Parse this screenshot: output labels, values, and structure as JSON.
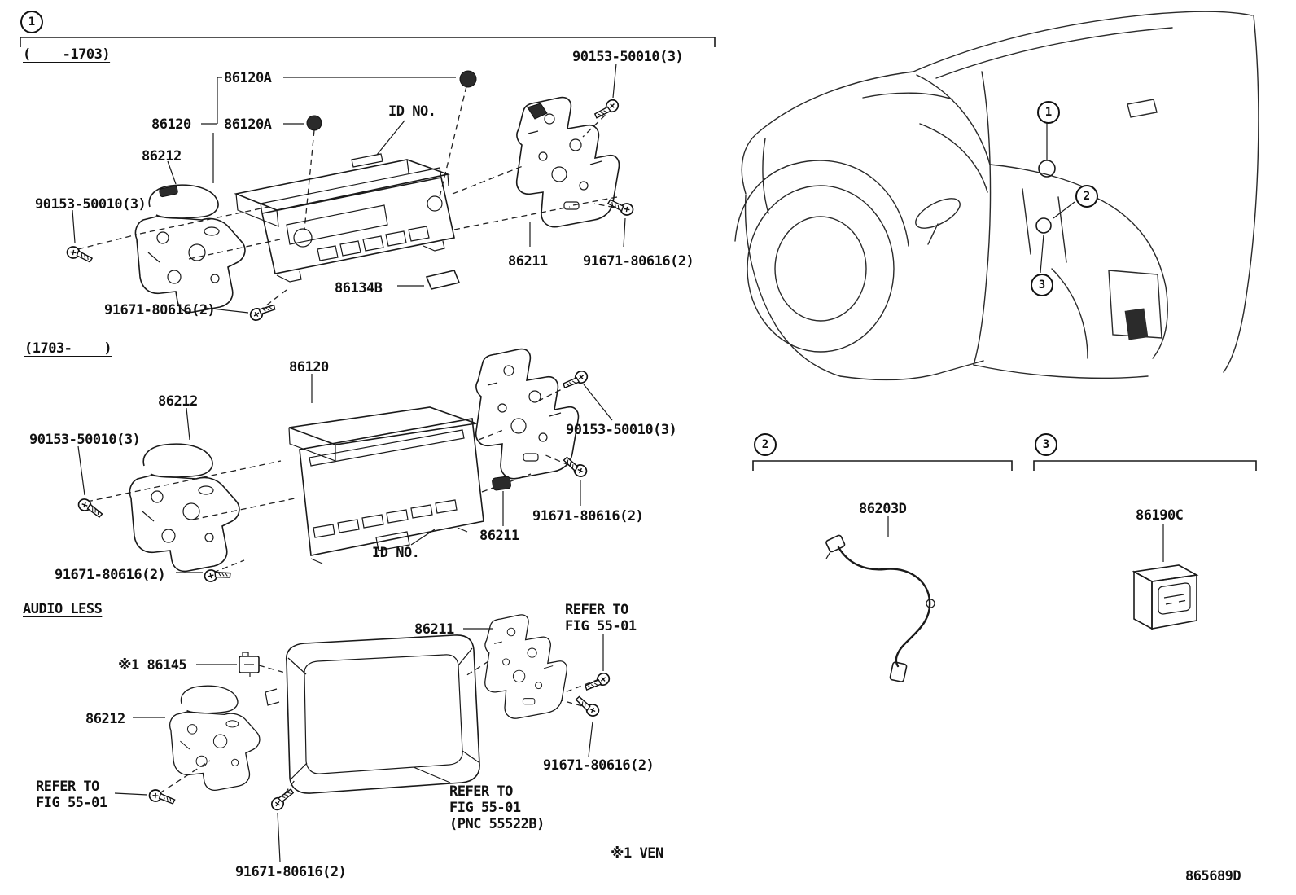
{
  "section1": {
    "callout": "1",
    "range": "(    -1703)",
    "label_86120A_top": "86120A",
    "label_86120": "86120",
    "label_86120A_mid": "86120A",
    "id_no": "ID NO.",
    "screw_90153_right": "90153-50010(3)",
    "label_86212": "86212",
    "screw_90153_left": "90153-50010(3)",
    "label_86211": "86211",
    "screw_91671_right": "91671-80616(2)",
    "label_86134B": "86134B",
    "screw_91671_left": "91671-80616(2)"
  },
  "section2": {
    "range": "(1703-    )",
    "label_86120": "86120",
    "label_86212": "86212",
    "screw_90153_left": "90153-50010(3)",
    "screw_90153_right": "90153-50010(3)",
    "screw_91671_right": "91671-80616(2)",
    "label_86211": "86211",
    "id_no": "ID NO.",
    "screw_91671_left": "91671-80616(2)"
  },
  "section3": {
    "title": "AUDIO LESS",
    "label_86211": "86211",
    "refer_top_right_line1": "REFER TO",
    "refer_top_right_line2": "FIG 55-01",
    "label_86145": "※1 86145",
    "label_86212": "86212",
    "refer_bottom_left_line1": "REFER TO",
    "refer_bottom_left_line2": "FIG 55-01",
    "screw_91671_right": "91671-80616(2)",
    "refer_bottom_center_line1": "REFER TO",
    "refer_bottom_center_line2": "FIG 55-01",
    "refer_bottom_center_line3": "(PNC 55522B)",
    "note_ven": "※1 VEN",
    "screw_91671_bottom": "91671-80616(2)"
  },
  "vehicle": {
    "callout_1": "1",
    "callout_2": "2",
    "callout_3": "3"
  },
  "detail2": {
    "callout": "2",
    "label_86203D": "86203D"
  },
  "detail3": {
    "callout": "3",
    "label_86190C": "86190C"
  },
  "footer": {
    "doc_number": "865689D"
  }
}
